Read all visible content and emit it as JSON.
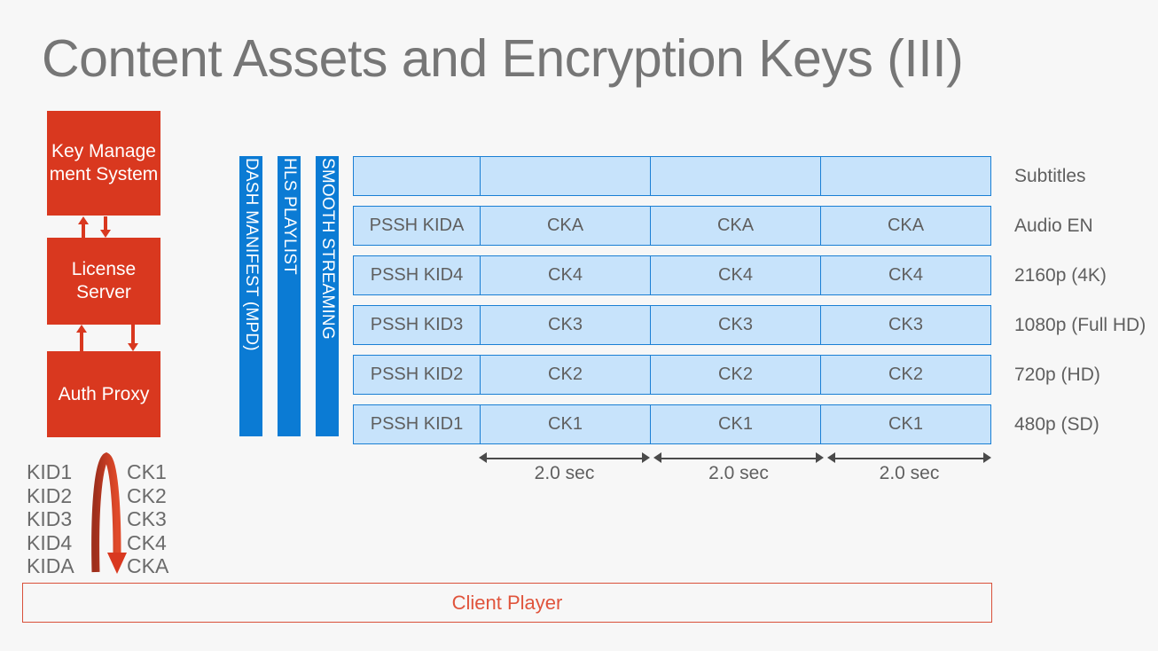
{
  "title": "Content Assets and Encryption Keys (III)",
  "backend": {
    "boxes": [
      {
        "name": "key-management-system",
        "label": "Key Manage ment System"
      },
      {
        "name": "license-server",
        "label": "License Server"
      },
      {
        "name": "auth-proxy",
        "label": "Auth Proxy"
      }
    ],
    "color": "#d9381f"
  },
  "keys": {
    "kid_list": [
      "KID1",
      "KID2",
      "KID3",
      "KID4",
      "KIDA"
    ],
    "ck_list": [
      "CK1",
      "CK2",
      "CK3",
      "CK4",
      "CKA"
    ],
    "arrow_color": "#b5341f"
  },
  "manifests": [
    {
      "name": "dash-manifest",
      "label": "DASH MANIFEST (MPD)"
    },
    {
      "name": "hls-playlist",
      "label": "HLS PLAYLIST"
    },
    {
      "name": "smooth-streaming",
      "label": "SMOOTH STREAMING"
    }
  ],
  "manifest_color": "#0b7bd4",
  "table": {
    "fill": "#c7e3fb",
    "border": "#1a7fd4",
    "rows": [
      {
        "track": "Subtitles",
        "pssh": "",
        "chunks": [
          "",
          "",
          ""
        ]
      },
      {
        "track": "Audio EN",
        "pssh": "PSSH KIDA",
        "chunks": [
          "CKA",
          "CKA",
          "CKA"
        ]
      },
      {
        "track": "2160p (4K)",
        "pssh": "PSSH KID4",
        "chunks": [
          "CK4",
          "CK4",
          "CK4"
        ]
      },
      {
        "track": "1080p (Full HD)",
        "pssh": "PSSH KID3",
        "chunks": [
          "CK3",
          "CK3",
          "CK3"
        ]
      },
      {
        "track": "720p (HD)",
        "pssh": "PSSH KID2",
        "chunks": [
          "CK2",
          "CK2",
          "CK2"
        ]
      },
      {
        "track": "480p (SD)",
        "pssh": "PSSH KID1",
        "chunks": [
          "CK1",
          "CK1",
          "CK1"
        ]
      }
    ]
  },
  "timeline": {
    "segments": [
      "2.0 sec",
      "2.0 sec",
      "2.0 sec"
    ]
  },
  "client_player": {
    "label": "Client Player",
    "color": "#e0543c"
  }
}
